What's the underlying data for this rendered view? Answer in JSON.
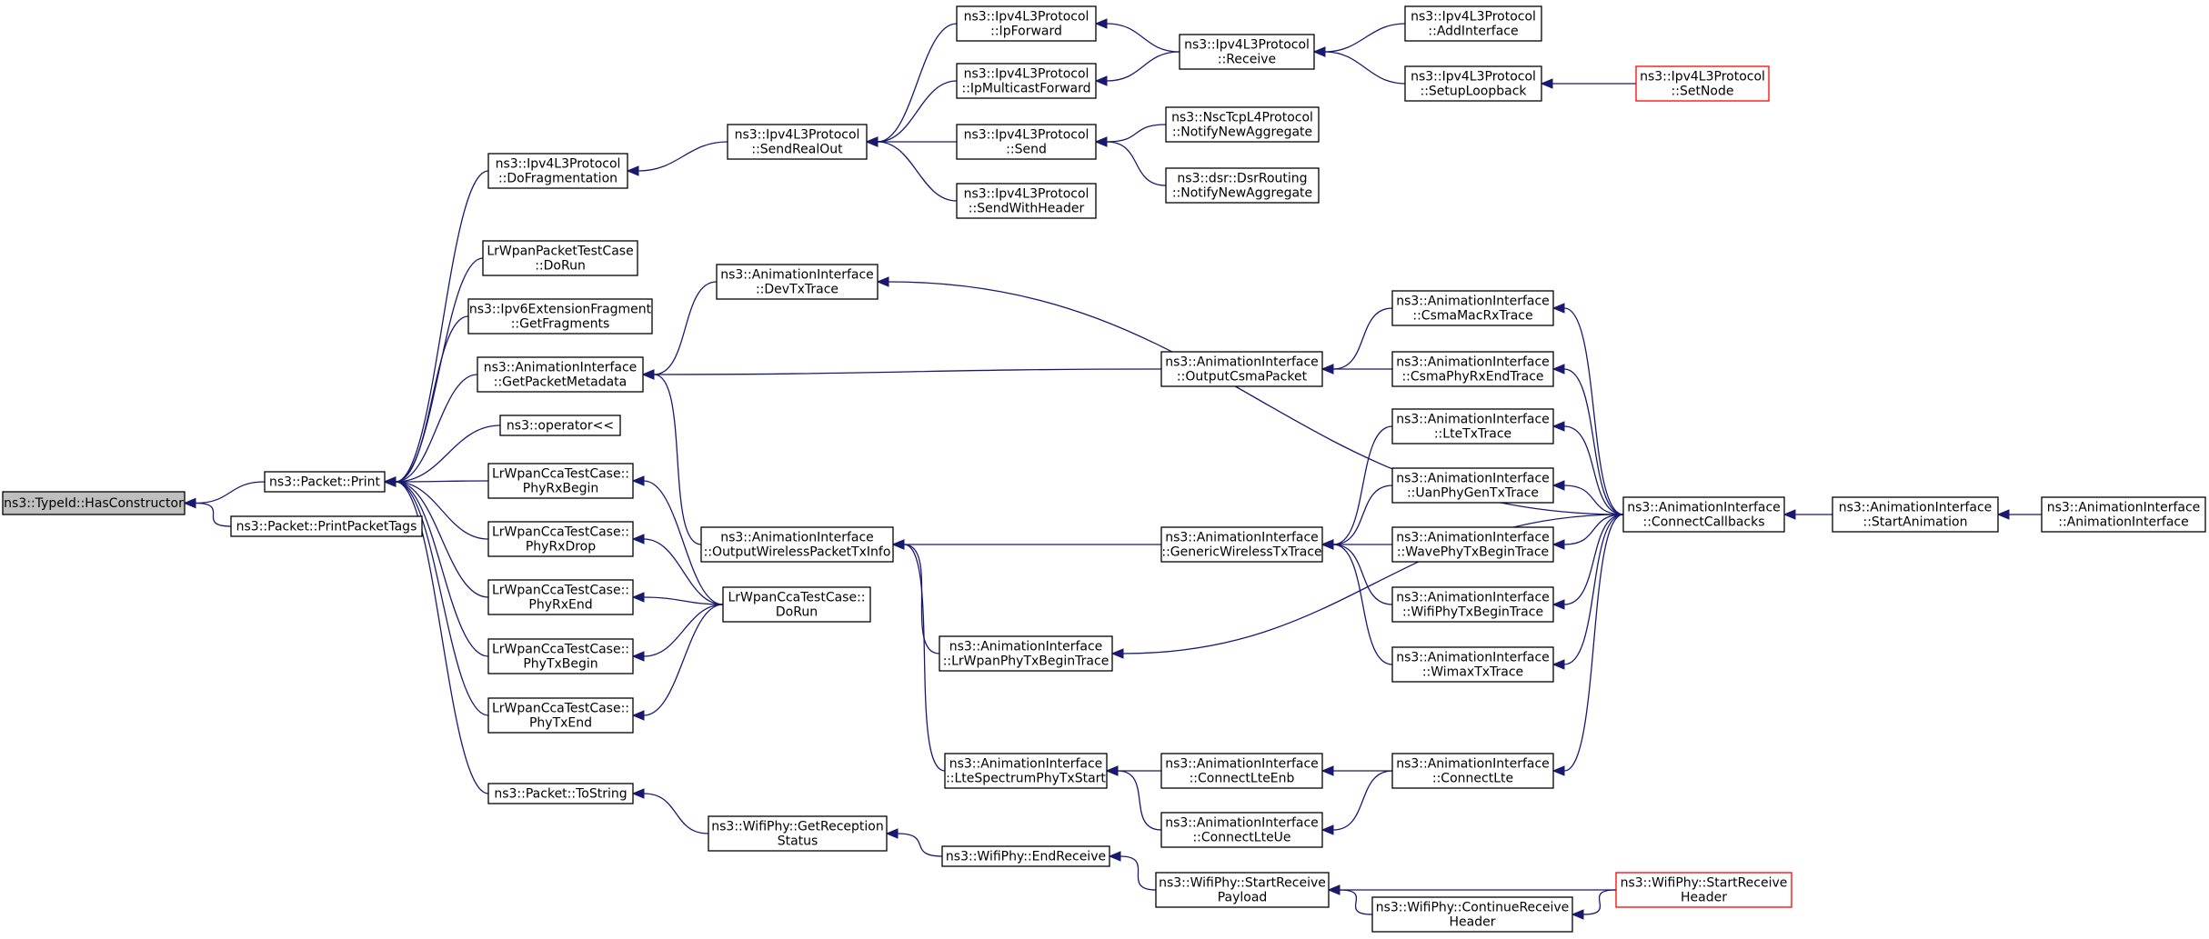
{
  "colors": {
    "edge": "#191970",
    "root_fill": "#bfbfbf",
    "node_border": "#000000",
    "truncated_border": "#ff0000"
  },
  "nodes": [
    {
      "id": "hasctor",
      "lines": [
        "ns3::TypeId::HasConstructor"
      ],
      "style": "root"
    },
    {
      "id": "print",
      "lines": [
        "ns3::Packet::Print"
      ]
    },
    {
      "id": "printtags",
      "lines": [
        "ns3::Packet::PrintPacketTags"
      ]
    },
    {
      "id": "dofrag",
      "lines": [
        "ns3::Ipv4L3Protocol",
        "::DoFragmentation"
      ]
    },
    {
      "id": "lrpdorun",
      "lines": [
        "LrWpanPacketTestCase",
        "::DoRun"
      ]
    },
    {
      "id": "ipv6frag",
      "lines": [
        "ns3::Ipv6ExtensionFragment",
        "::GetFragments"
      ]
    },
    {
      "id": "getmeta",
      "lines": [
        "ns3::AnimationInterface",
        "::GetPacketMetadata"
      ]
    },
    {
      "id": "oplt",
      "lines": [
        "ns3::operator<<"
      ]
    },
    {
      "id": "phyrxbegin",
      "lines": [
        "LrWpanCcaTestCase::",
        "PhyRxBegin"
      ]
    },
    {
      "id": "phyrxdrop",
      "lines": [
        "LrWpanCcaTestCase::",
        "PhyRxDrop"
      ]
    },
    {
      "id": "phyrxend",
      "lines": [
        "LrWpanCcaTestCase::",
        "PhyRxEnd"
      ]
    },
    {
      "id": "phytxbegin",
      "lines": [
        "LrWpanCcaTestCase::",
        "PhyTxBegin"
      ]
    },
    {
      "id": "phytxend",
      "lines": [
        "LrWpanCcaTestCase::",
        "PhyTxEnd"
      ]
    },
    {
      "id": "tostring",
      "lines": [
        "ns3::Packet::ToString"
      ]
    },
    {
      "id": "sendrealout",
      "lines": [
        "ns3::Ipv4L3Protocol",
        "::SendRealOut"
      ]
    },
    {
      "id": "devtx",
      "lines": [
        "ns3::AnimationInterface",
        "::DevTxTrace"
      ]
    },
    {
      "id": "outwireless",
      "lines": [
        "ns3::AnimationInterface",
        "::OutputWirelessPacketTxInfo"
      ]
    },
    {
      "id": "ccadorun",
      "lines": [
        "LrWpanCcaTestCase::",
        "DoRun"
      ]
    },
    {
      "id": "getrecstatus",
      "lines": [
        "ns3::WifiPhy::GetReception",
        "Status"
      ]
    },
    {
      "id": "ipforward",
      "lines": [
        "ns3::Ipv4L3Protocol",
        "::IpForward"
      ]
    },
    {
      "id": "ipmcast",
      "lines": [
        "ns3::Ipv4L3Protocol",
        "::IpMulticastForward"
      ]
    },
    {
      "id": "send",
      "lines": [
        "ns3::Ipv4L3Protocol",
        "::Send"
      ]
    },
    {
      "id": "sendwh",
      "lines": [
        "ns3::Ipv4L3Protocol",
        "::SendWithHeader"
      ]
    },
    {
      "id": "lrwpantx",
      "lines": [
        "ns3::AnimationInterface",
        "::LrWpanPhyTxBeginTrace"
      ]
    },
    {
      "id": "ltespec",
      "lines": [
        "ns3::AnimationInterface",
        "::LteSpectrumPhyTxStart"
      ]
    },
    {
      "id": "endreceive",
      "lines": [
        "ns3::WifiPhy::EndReceive"
      ]
    },
    {
      "id": "receive",
      "lines": [
        "ns3::Ipv4L3Protocol",
        "::Receive"
      ]
    },
    {
      "id": "nsctcp",
      "lines": [
        "ns3::NscTcpL4Protocol",
        "::NotifyNewAggregate"
      ]
    },
    {
      "id": "dsr",
      "lines": [
        "ns3::dsr::DsrRouting",
        "::NotifyNewAggregate"
      ]
    },
    {
      "id": "outcsma",
      "lines": [
        "ns3::AnimationInterface",
        "::OutputCsmaPacket"
      ]
    },
    {
      "id": "genwireless",
      "lines": [
        "ns3::AnimationInterface",
        "::GenericWirelessTxTrace"
      ]
    },
    {
      "id": "connlteenb",
      "lines": [
        "ns3::AnimationInterface",
        "::ConnectLteEnb"
      ]
    },
    {
      "id": "connlteue",
      "lines": [
        "ns3::AnimationInterface",
        "::ConnectLteUe"
      ]
    },
    {
      "id": "startrecpay",
      "lines": [
        "ns3::WifiPhy::StartReceive",
        "Payload"
      ]
    },
    {
      "id": "addif",
      "lines": [
        "ns3::Ipv4L3Protocol",
        "::AddInterface"
      ]
    },
    {
      "id": "setuploop",
      "lines": [
        "ns3::Ipv4L3Protocol",
        "::SetupLoopback"
      ]
    },
    {
      "id": "csmamacrx",
      "lines": [
        "ns3::AnimationInterface",
        "::CsmaMacRxTrace"
      ]
    },
    {
      "id": "csmaphyrxend",
      "lines": [
        "ns3::AnimationInterface",
        "::CsmaPhyRxEndTrace"
      ]
    },
    {
      "id": "ltetx",
      "lines": [
        "ns3::AnimationInterface",
        "::LteTxTrace"
      ]
    },
    {
      "id": "uanphy",
      "lines": [
        "ns3::AnimationInterface",
        "::UanPhyGenTxTrace"
      ]
    },
    {
      "id": "wavephy",
      "lines": [
        "ns3::AnimationInterface",
        "::WavePhyTxBeginTrace"
      ]
    },
    {
      "id": "wifiphytx",
      "lines": [
        "ns3::AnimationInterface",
        "::WifiPhyTxBeginTrace"
      ]
    },
    {
      "id": "wimaxtx",
      "lines": [
        "ns3::AnimationInterface",
        "::WimaxTxTrace"
      ]
    },
    {
      "id": "connlte",
      "lines": [
        "ns3::AnimationInterface",
        "::ConnectLte"
      ]
    },
    {
      "id": "contrechdr",
      "lines": [
        "ns3::WifiPhy::ContinueReceive",
        "Header"
      ]
    },
    {
      "id": "setnode",
      "lines": [
        "ns3::Ipv4L3Protocol",
        "::SetNode"
      ],
      "style": "red"
    },
    {
      "id": "connectcb",
      "lines": [
        "ns3::AnimationInterface",
        "::ConnectCallbacks"
      ]
    },
    {
      "id": "startrechdr",
      "lines": [
        "ns3::WifiPhy::StartReceive",
        "Header"
      ],
      "style": "red"
    },
    {
      "id": "startanim",
      "lines": [
        "ns3::AnimationInterface",
        "::StartAnimation"
      ]
    },
    {
      "id": "animctor",
      "lines": [
        "ns3::AnimationInterface",
        "::AnimationInterface"
      ]
    }
  ],
  "edges": [
    [
      "print",
      "hasctor"
    ],
    [
      "printtags",
      "hasctor"
    ],
    [
      "dofrag",
      "print"
    ],
    [
      "lrpdorun",
      "print"
    ],
    [
      "ipv6frag",
      "print"
    ],
    [
      "getmeta",
      "print"
    ],
    [
      "oplt",
      "print"
    ],
    [
      "phyrxbegin",
      "print"
    ],
    [
      "phyrxdrop",
      "print"
    ],
    [
      "phyrxend",
      "print"
    ],
    [
      "phytxbegin",
      "print"
    ],
    [
      "phytxend",
      "print"
    ],
    [
      "tostring",
      "print"
    ],
    [
      "sendrealout",
      "dofrag"
    ],
    [
      "devtx",
      "getmeta"
    ],
    [
      "outcsma",
      "getmeta"
    ],
    [
      "outwireless",
      "getmeta"
    ],
    [
      "ccadorun",
      "phyrxbegin"
    ],
    [
      "ccadorun",
      "phyrxdrop"
    ],
    [
      "ccadorun",
      "phyrxend"
    ],
    [
      "ccadorun",
      "phytxbegin"
    ],
    [
      "ccadorun",
      "phytxend"
    ],
    [
      "getrecstatus",
      "tostring"
    ],
    [
      "ipforward",
      "sendrealout"
    ],
    [
      "ipmcast",
      "sendrealout"
    ],
    [
      "send",
      "sendrealout"
    ],
    [
      "sendwh",
      "sendrealout"
    ],
    [
      "connectcb",
      "devtx"
    ],
    [
      "genwireless",
      "outwireless"
    ],
    [
      "lrwpantx",
      "outwireless"
    ],
    [
      "ltespec",
      "outwireless"
    ],
    [
      "endreceive",
      "getrecstatus"
    ],
    [
      "receive",
      "ipforward"
    ],
    [
      "receive",
      "ipmcast"
    ],
    [
      "nsctcp",
      "send"
    ],
    [
      "dsr",
      "send"
    ],
    [
      "connectcb",
      "lrwpantx"
    ],
    [
      "connlteenb",
      "ltespec"
    ],
    [
      "connlteue",
      "ltespec"
    ],
    [
      "startrecpay",
      "endreceive"
    ],
    [
      "addif",
      "receive"
    ],
    [
      "setuploop",
      "receive"
    ],
    [
      "csmamacrx",
      "outcsma"
    ],
    [
      "csmaphyrxend",
      "outcsma"
    ],
    [
      "ltetx",
      "genwireless"
    ],
    [
      "uanphy",
      "genwireless"
    ],
    [
      "wavephy",
      "genwireless"
    ],
    [
      "wifiphytx",
      "genwireless"
    ],
    [
      "wimaxtx",
      "genwireless"
    ],
    [
      "connlte",
      "connlteenb"
    ],
    [
      "connlte",
      "connlteue"
    ],
    [
      "startrechdr",
      "startrecpay"
    ],
    [
      "contrechdr",
      "startrecpay"
    ],
    [
      "setnode",
      "setuploop"
    ],
    [
      "connectcb",
      "csmamacrx"
    ],
    [
      "connectcb",
      "csmaphyrxend"
    ],
    [
      "connectcb",
      "ltetx"
    ],
    [
      "connectcb",
      "uanphy"
    ],
    [
      "connectcb",
      "wavephy"
    ],
    [
      "connectcb",
      "wifiphytx"
    ],
    [
      "connectcb",
      "wimaxtx"
    ],
    [
      "connectcb",
      "connlte"
    ],
    [
      "startrechdr",
      "contrechdr"
    ],
    [
      "startanim",
      "connectcb"
    ],
    [
      "animctor",
      "startanim"
    ]
  ]
}
